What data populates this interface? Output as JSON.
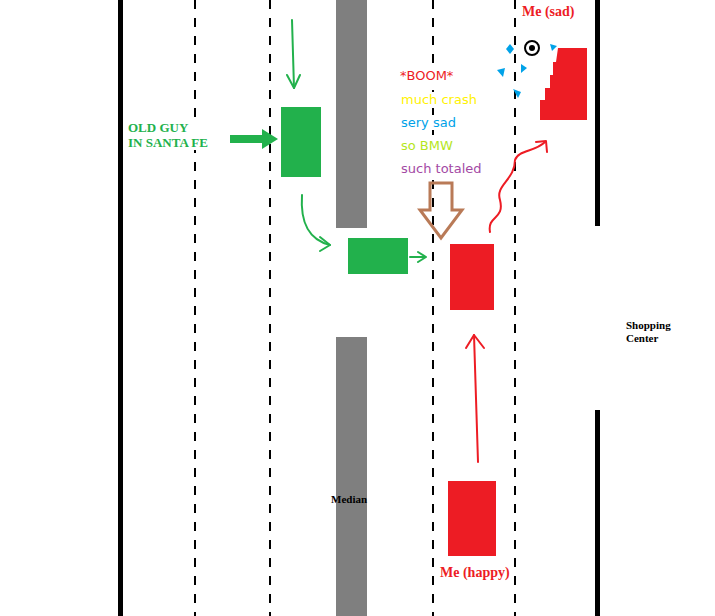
{
  "diagram": {
    "labels": [
      "Me (sad)",
      "*BOOM*",
      "much crash",
      "sery sad",
      "so BMW",
      "such totaled",
      "OLD GUY IN SANTA FE",
      "Shopping Center",
      "Median",
      "Me (happy)"
    ]
  }
}
